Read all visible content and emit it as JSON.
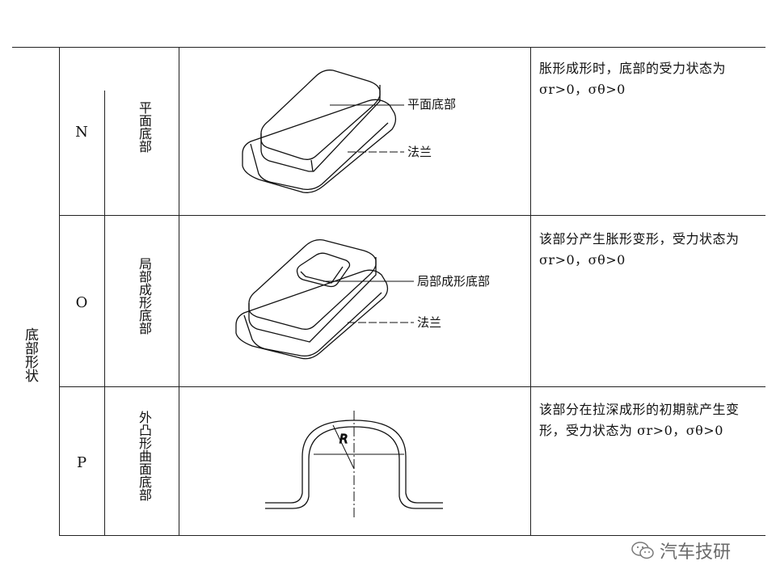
{
  "table": {
    "category_label": "底部形状",
    "rows": [
      {
        "code": "N",
        "name": "平面底部",
        "callouts": [
          "平面底部",
          "法兰"
        ],
        "description": "胀形成形时，底部的受力状态为 σr>0，σθ>0"
      },
      {
        "code": "O",
        "name": "局部成形底部",
        "callouts": [
          "局部成形底部",
          "法兰"
        ],
        "description": "该部分产生胀形变形，受力状态为 σr>0，σθ>0"
      },
      {
        "code": "P",
        "name": "外凸形曲面底部",
        "callouts": [
          "R"
        ],
        "description": "该部分在拉深成形的初期就产生变形，受力状态为 σr>0，σθ>0"
      }
    ]
  },
  "watermark": {
    "text": "汽车技研",
    "icon": "wechat-icon"
  }
}
